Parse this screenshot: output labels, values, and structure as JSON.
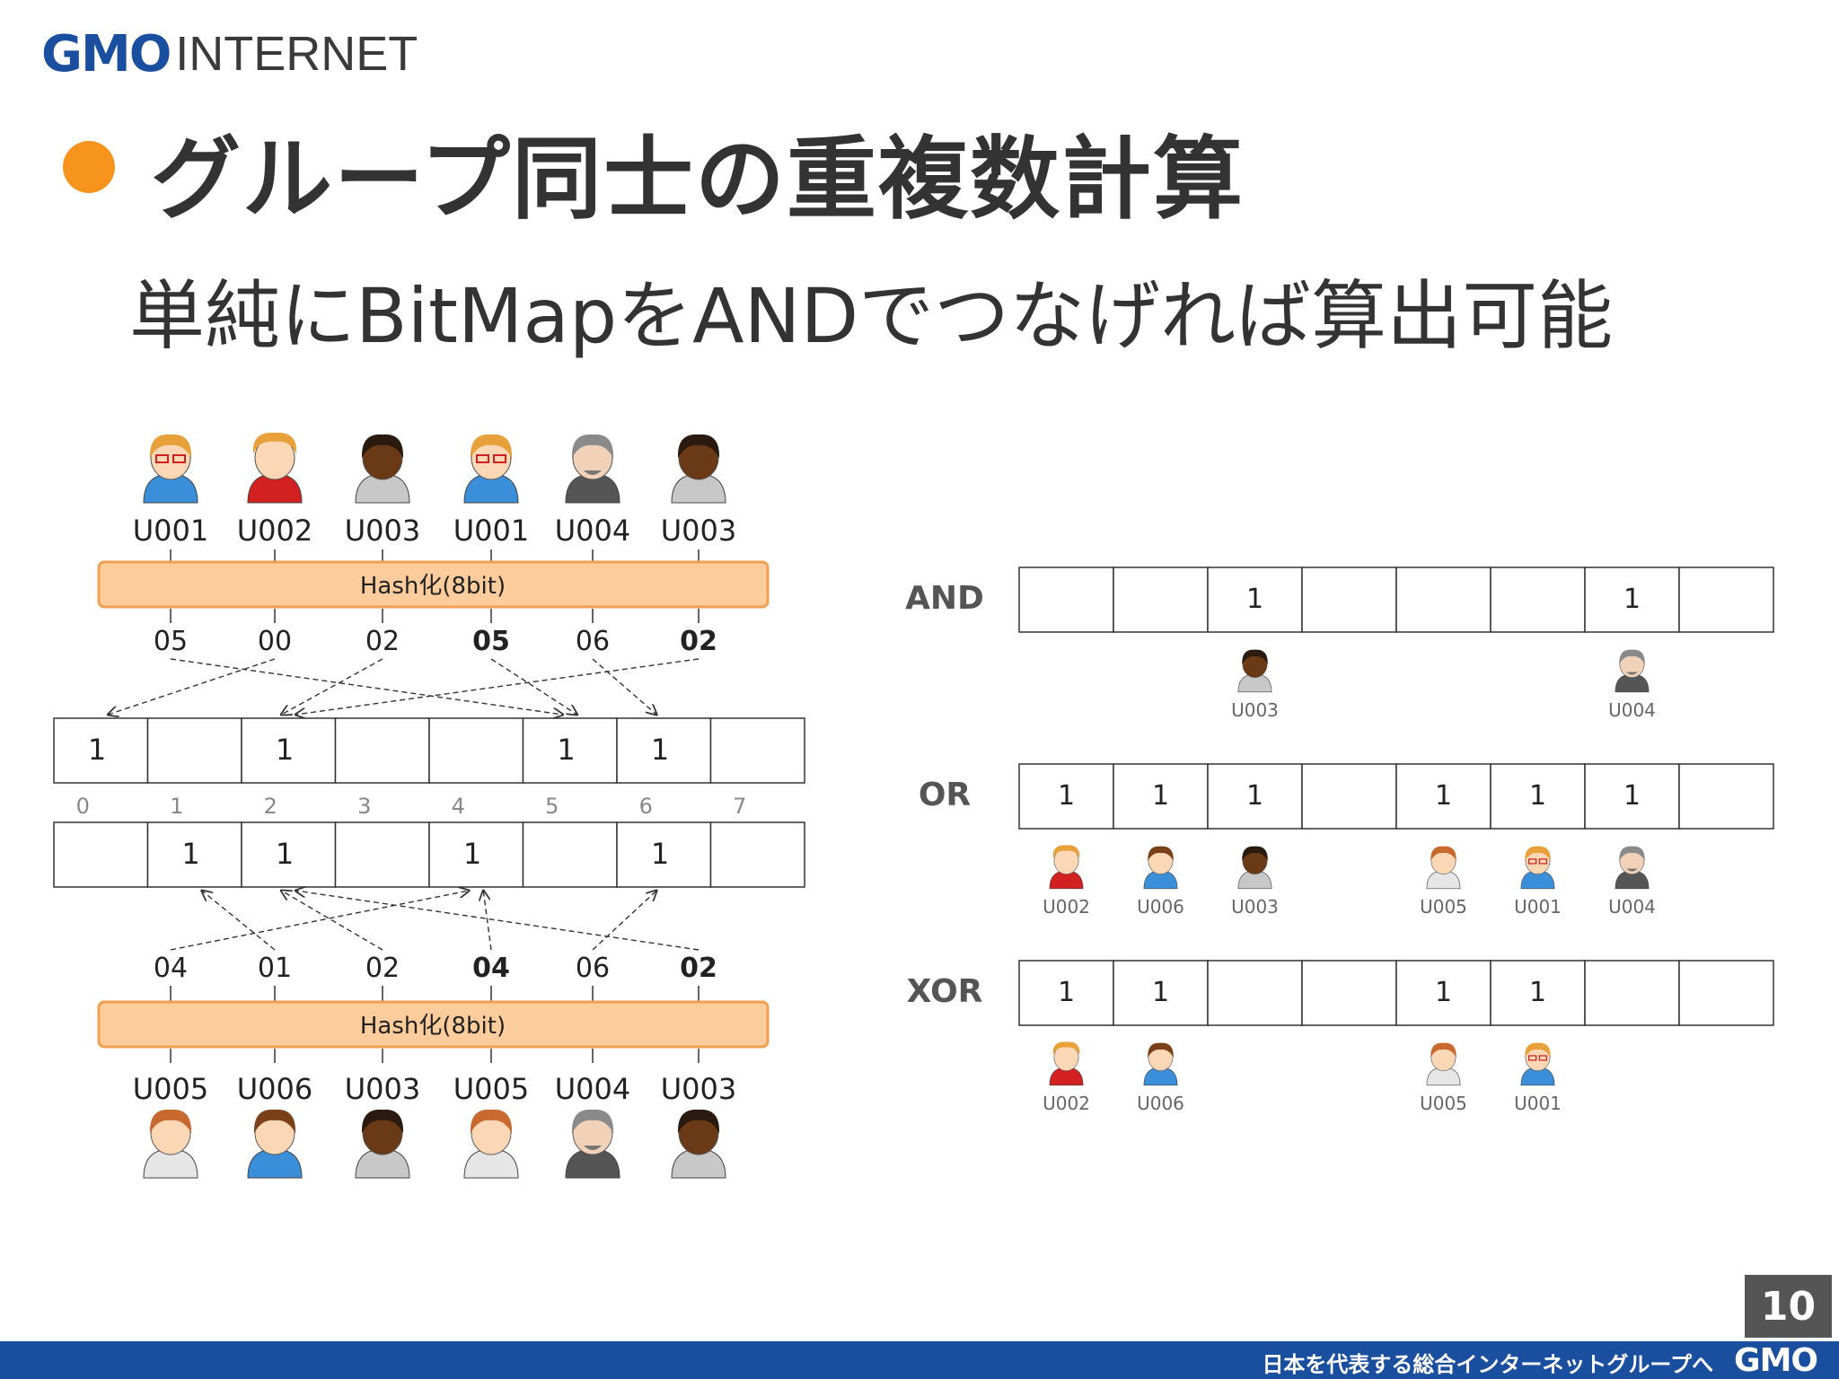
{
  "header": {
    "logo_gmo": "GMO",
    "logo_internet": "INTERNET"
  },
  "slide": {
    "title": "グループ同士の重複数計算",
    "subtitle": "単純にBitMapをANDでつなげれば算出可能",
    "page_number": "10"
  },
  "footer": {
    "tagline": "日本を代表する総合インターネットグループへ",
    "brand": "GMO"
  },
  "colors": {
    "accent": "#f7941d",
    "brand": "#1a4e9e",
    "hash_fill": "#fdcc9c",
    "hash_border": "#f0a050"
  },
  "diagram": {
    "hash_label": "Hash化(8bit)",
    "bit_indices": [
      "0",
      "1",
      "2",
      "3",
      "4",
      "5",
      "6",
      "7"
    ],
    "group_a": {
      "users": [
        {
          "id": "U001",
          "avatar": "u001-avatar-icon"
        },
        {
          "id": "U002",
          "avatar": "u002-avatar-icon"
        },
        {
          "id": "U003",
          "avatar": "u003-avatar-icon"
        },
        {
          "id": "U001",
          "avatar": "u001-avatar-icon"
        },
        {
          "id": "U004",
          "avatar": "u004-avatar-icon"
        },
        {
          "id": "U003",
          "avatar": "u003-avatar-icon"
        }
      ],
      "hashes": [
        "05",
        "00",
        "02",
        "05",
        "06",
        "02"
      ],
      "bold_hash": [
        false,
        false,
        false,
        true,
        false,
        true
      ],
      "bitmap": [
        "1",
        "",
        "1",
        "",
        "",
        "1",
        "1",
        ""
      ]
    },
    "group_b": {
      "users": [
        {
          "id": "U005",
          "avatar": "u005-avatar-icon"
        },
        {
          "id": "U006",
          "avatar": "u006-avatar-icon"
        },
        {
          "id": "U003",
          "avatar": "u003-avatar-icon"
        },
        {
          "id": "U005",
          "avatar": "u005-avatar-icon"
        },
        {
          "id": "U004",
          "avatar": "u004-avatar-icon"
        },
        {
          "id": "U003",
          "avatar": "u003-avatar-icon"
        }
      ],
      "hashes": [
        "04",
        "01",
        "02",
        "04",
        "06",
        "02"
      ],
      "bold_hash": [
        false,
        false,
        false,
        true,
        false,
        true
      ],
      "bitmap": [
        "",
        "1",
        "1",
        "",
        "1",
        "",
        "1",
        ""
      ]
    },
    "operations": [
      {
        "label": "AND",
        "bits": [
          "",
          "",
          "1",
          "",
          "",
          "",
          "1",
          ""
        ],
        "users": [
          {
            "slot": 2,
            "id": "U003",
            "avatar": "u003-avatar-icon"
          },
          {
            "slot": 6,
            "id": "U004",
            "avatar": "u004-avatar-icon"
          }
        ]
      },
      {
        "label": "OR",
        "bits": [
          "1",
          "1",
          "1",
          "",
          "1",
          "1",
          "1",
          ""
        ],
        "users": [
          {
            "slot": 0,
            "id": "U002",
            "avatar": "u002-avatar-icon"
          },
          {
            "slot": 1,
            "id": "U006",
            "avatar": "u006-avatar-icon"
          },
          {
            "slot": 2,
            "id": "U003",
            "avatar": "u003-avatar-icon"
          },
          {
            "slot": 4,
            "id": "U005",
            "avatar": "u005-avatar-icon"
          },
          {
            "slot": 5,
            "id": "U001",
            "avatar": "u001-avatar-icon"
          },
          {
            "slot": 6,
            "id": "U004",
            "avatar": "u004-avatar-icon"
          }
        ]
      },
      {
        "label": "XOR",
        "bits": [
          "1",
          "1",
          "",
          "",
          "1",
          "1",
          "",
          ""
        ],
        "users": [
          {
            "slot": 0,
            "id": "U002",
            "avatar": "u002-avatar-icon"
          },
          {
            "slot": 1,
            "id": "U006",
            "avatar": "u006-avatar-icon"
          },
          {
            "slot": 4,
            "id": "U005",
            "avatar": "u005-avatar-icon"
          },
          {
            "slot": 5,
            "id": "U001",
            "avatar": "u001-avatar-icon"
          }
        ]
      }
    ]
  }
}
